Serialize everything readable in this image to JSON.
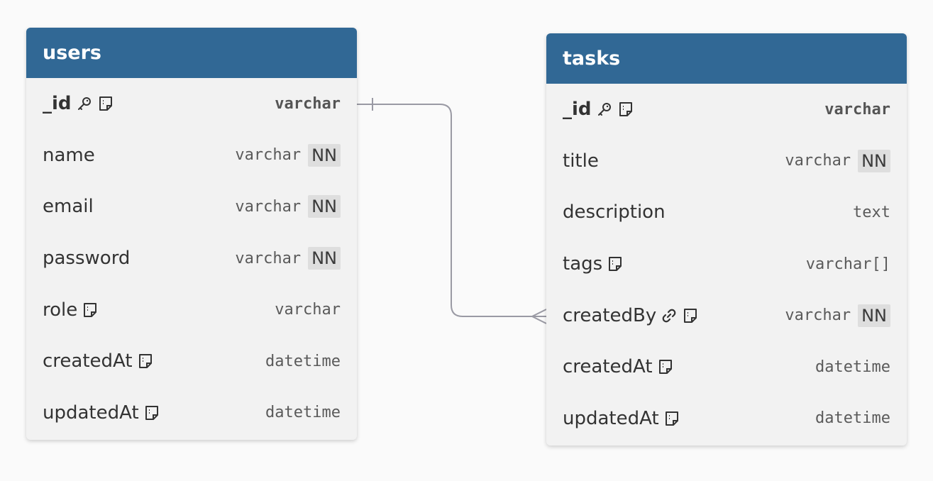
{
  "colors": {
    "header": "#316895",
    "table_bg": "#f2f2f2",
    "line": "#9a9aa4"
  },
  "users": {
    "title": "users",
    "fields": {
      "id": {
        "name": "_id",
        "type": "varchar",
        "icons": [
          "key-icon",
          "note-icon"
        ]
      },
      "name": {
        "name": "name",
        "type": "varchar",
        "nn": "NN"
      },
      "email": {
        "name": "email",
        "type": "varchar",
        "nn": "NN"
      },
      "password": {
        "name": "password",
        "type": "varchar",
        "nn": "NN"
      },
      "role": {
        "name": "role",
        "type": "varchar",
        "icons": [
          "note-icon"
        ]
      },
      "createdAt": {
        "name": "createdAt",
        "type": "datetime",
        "icons": [
          "note-icon"
        ]
      },
      "updatedAt": {
        "name": "updatedAt",
        "type": "datetime",
        "icons": [
          "note-icon"
        ]
      }
    }
  },
  "tasks": {
    "title": "tasks",
    "fields": {
      "id": {
        "name": "_id",
        "type": "varchar",
        "icons": [
          "key-icon",
          "note-icon"
        ]
      },
      "title": {
        "name": "title",
        "type": "varchar",
        "nn": "NN"
      },
      "description": {
        "name": "description",
        "type": "text"
      },
      "tags": {
        "name": "tags",
        "type": "varchar[]",
        "icons": [
          "note-icon"
        ]
      },
      "createdBy": {
        "name": "createdBy",
        "type": "varchar",
        "nn": "NN",
        "icons": [
          "link-icon",
          "note-icon"
        ]
      },
      "createdAt": {
        "name": "createdAt",
        "type": "datetime",
        "icons": [
          "note-icon"
        ]
      },
      "updatedAt": {
        "name": "updatedAt",
        "type": "datetime",
        "icons": [
          "note-icon"
        ]
      }
    }
  },
  "relationship": {
    "from": "users._id",
    "to": "tasks.createdBy",
    "from_cardinality": "one",
    "to_cardinality": "many"
  }
}
